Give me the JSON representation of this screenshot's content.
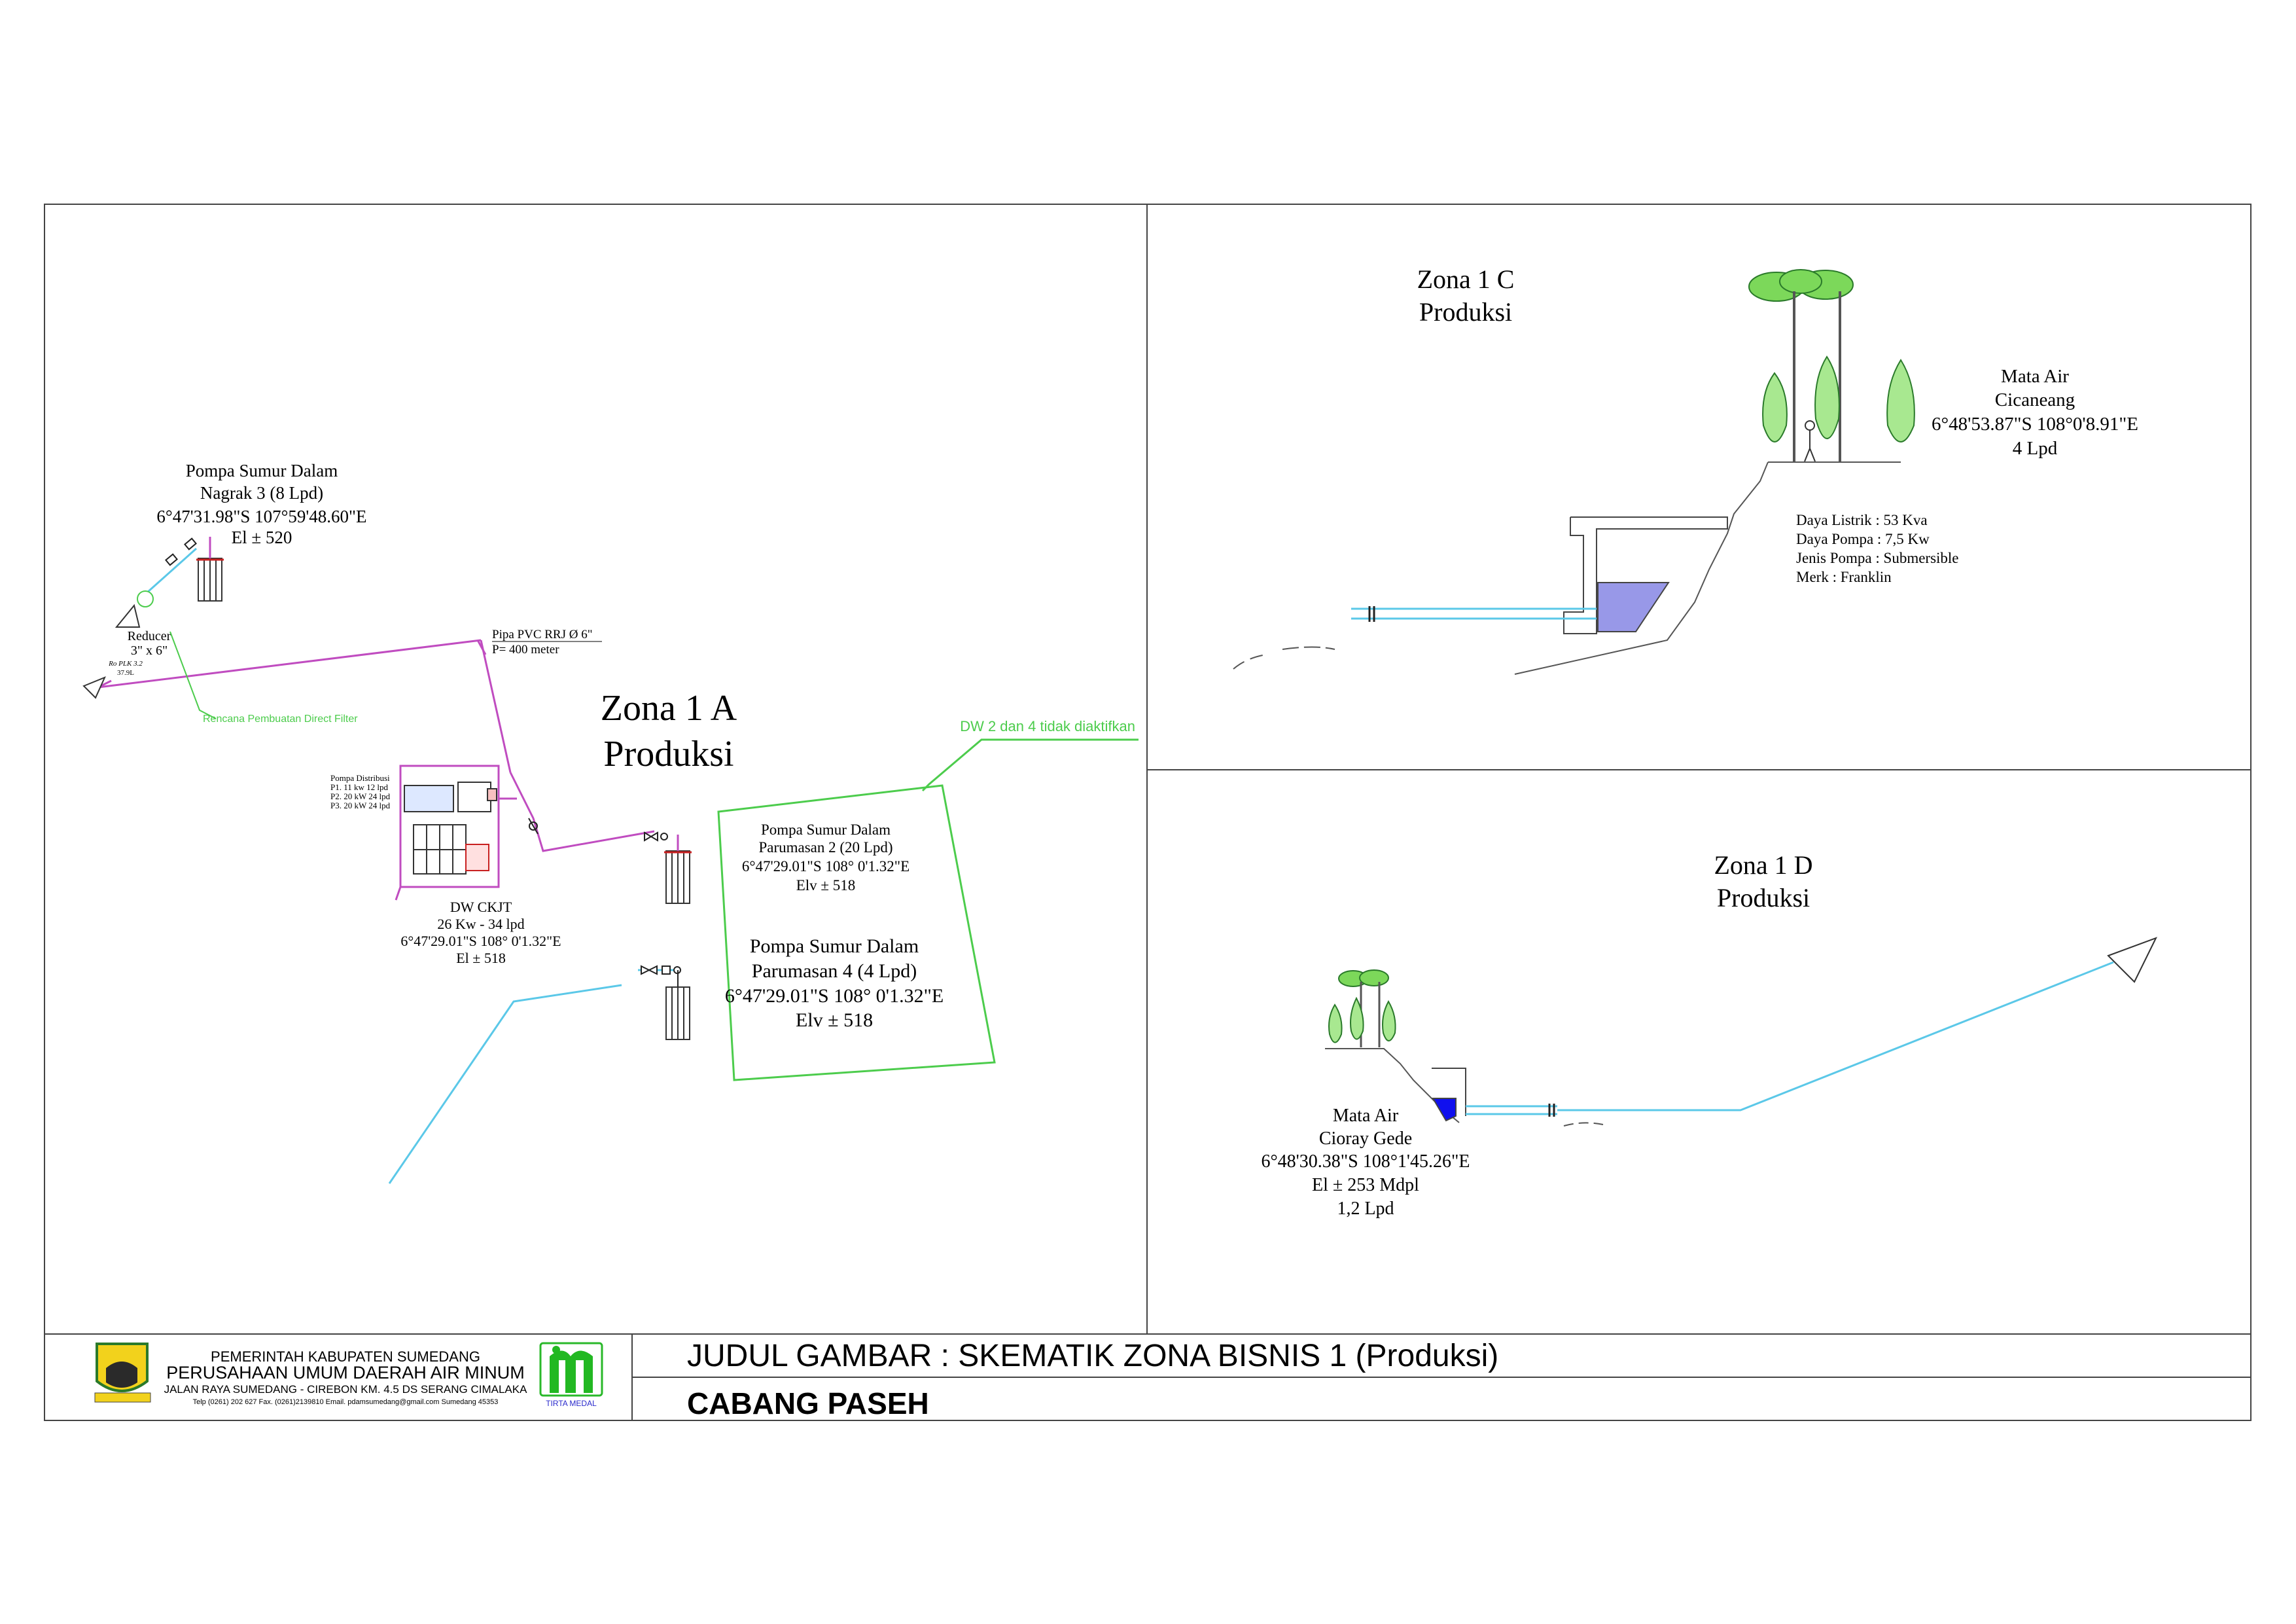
{
  "zone_1a": {
    "title_line1": "Zona 1 A",
    "title_line2": "Produksi",
    "nagrak": {
      "line1": "Pompa Sumur Dalam",
      "line2": "Nagrak 3 (8 Lpd)",
      "line3": "6°47'31.98\"S 107°59'48.60\"E",
      "line4": "El ± 520"
    },
    "reducer": {
      "line1": "Reducer",
      "line2": "3\" x 6\""
    },
    "small_tag": {
      "line1": "Ro PLK 3.2",
      "line2": "37.9L"
    },
    "pipe": {
      "line1": "Pipa PVC RRJ Ø 6\"",
      "line2": "P= 400 meter"
    },
    "filter_note": "Rencana Pembuatan Direct Filter",
    "dw_note": "DW 2 dan 4 tidak diaktifkan",
    "distribusi": {
      "line1": "Pompa Distribusi",
      "line2": "P1. 11 kw 12 lpd",
      "line3": "P2. 20 kW 24 lpd",
      "line4": "P3. 20 kW 24 lpd"
    },
    "dw_ckjt": {
      "line1": "DW CKJT",
      "line2": "26 Kw - 34 lpd",
      "line3": "6°47'29.01\"S 108° 0'1.32\"E",
      "line4": "El ± 518"
    },
    "parumasan2": {
      "line1": "Pompa Sumur Dalam",
      "line2": "Parumasan 2 (20 Lpd)",
      "line3": "6°47'29.01\"S 108° 0'1.32\"E",
      "line4": "Elv ± 518"
    },
    "parumasan4": {
      "line1": "Pompa Sumur Dalam",
      "line2": "Parumasan 4 (4 Lpd)",
      "line3": "6°47'29.01\"S 108° 0'1.32\"E",
      "line4": "Elv ± 518"
    }
  },
  "zone_1c": {
    "title_line1": "Zona 1 C",
    "title_line2": "Produksi",
    "spring": {
      "line1": "Mata Air",
      "line2": "Cicaneang",
      "line3": "6°48'53.87\"S 108°0'8.91\"E",
      "line4": "4 Lpd"
    },
    "specs": [
      "Daya Listrik : 53 Kva",
      "Daya Pompa : 7,5 Kw",
      "Jenis Pompa : Submersible",
      "Merk : Franklin"
    ]
  },
  "zone_1d": {
    "title_line1": "Zona 1 D",
    "title_line2": "Produksi",
    "spring": {
      "line1": "Mata Air",
      "line2": "Cioray Gede",
      "line3": "6°48'30.38\"S 108°1'45.26\"E",
      "line4": "El ± 253 Mdpl",
      "line5": "1,2 Lpd"
    }
  },
  "title_block": {
    "org_line1": "PEMERINTAH KABUPATEN SUMEDANG",
    "org_line2": "PERUSAHAAN UMUM DAERAH AIR MINUM",
    "org_line3": "JALAN RAYA SUMEDANG - CIREBON KM. 4.5 DS SERANG CIMALAKA",
    "org_line4": "Telp (0261) 202 627 Fax. (0261)2139810 Email. pdamsumedang@gmail.com Sumedang 45353",
    "brand": "TIRTA MEDAL",
    "drawing_title": "JUDUL GAMBAR : SKEMATIK ZONA BISNIS 1 (Produksi)",
    "branch": "CABANG PASEH"
  },
  "colors": {
    "pipe_magenta": "#c04cc0",
    "pipe_cyan": "#5bc8e8",
    "note_green": "#4ccc4c",
    "water_blue": "#1010ee",
    "tree_green": "#7cd85a",
    "building_red": "#c82020"
  }
}
